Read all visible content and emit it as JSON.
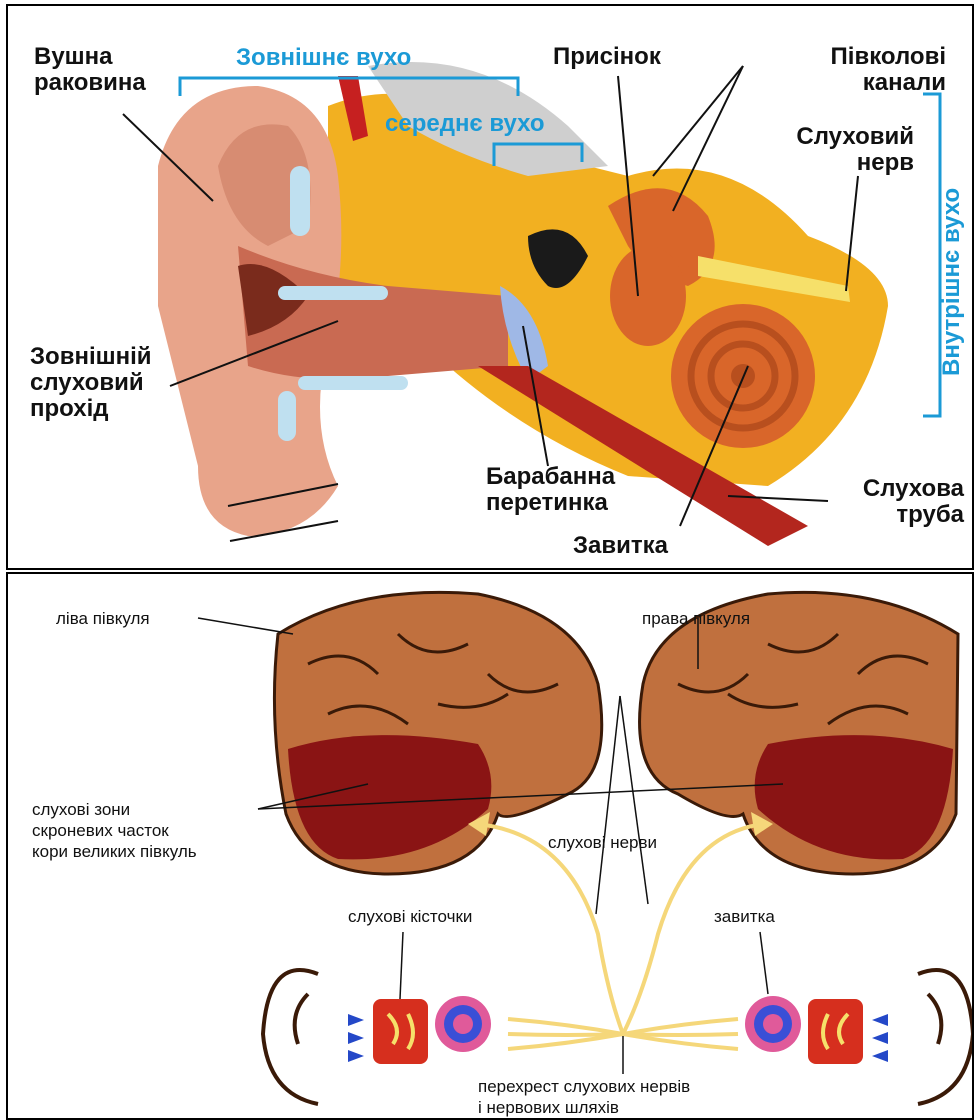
{
  "ear_diagram": {
    "outer_ear_bracket": "Зовнішнє вухо",
    "middle_ear_bracket": "середнє вухо",
    "inner_ear_bracket": "Внутрішнє вухо",
    "labels": {
      "auricle": [
        "Вушна",
        "раковина"
      ],
      "vestibule": "Присінок",
      "semicircular_canals": [
        "Півколові",
        "канали"
      ],
      "auditory_nerve": [
        "Слуховий",
        "нерв"
      ],
      "ear_canal": [
        "Зовнішній",
        "слуховий",
        "прохід"
      ],
      "eardrum": [
        "Барабанна",
        "перетинка"
      ],
      "eustachian_tube": [
        "Слухова",
        "труба"
      ],
      "cochlea": "Завитка"
    }
  },
  "brain_diagram": {
    "labels": {
      "left_hemisphere": "ліва півкуля",
      "right_hemisphere": "права півкуля",
      "auditory_zones": [
        "слухові зони",
        "скроневих часток",
        "кори великих півкуль"
      ],
      "auditory_nerves": "слухові нерви",
      "ossicles": "слухові кісточки",
      "cochlea": "завитка",
      "chiasm": [
        "перехрест слухових нервів",
        "і нервових шляхів"
      ]
    }
  },
  "colors": {
    "bracket_blue": "#1b9ad6",
    "bone_yellow": "#f2b021",
    "skin": "#e8a48a",
    "brain": "#c0703e",
    "temporal_red": "#8a1414",
    "nerve_yellow": "#f5d77a"
  }
}
